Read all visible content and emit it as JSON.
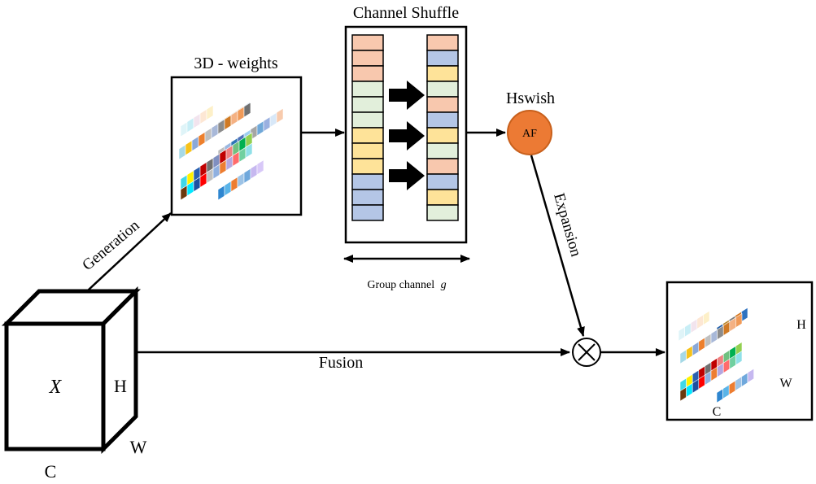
{
  "labels": {
    "weights_title": "3D - weights",
    "shuffle_title": "Channel Shuffle",
    "group_channel": "Group channel",
    "group_channel_var": "g",
    "hswish": "Hswish",
    "af": "AF",
    "generation": "Generation",
    "expansion": "Expansion",
    "fusion": "Fusion",
    "x": "X",
    "h": "H",
    "w": "W",
    "c": "C",
    "out_h": "H",
    "out_w": "W",
    "out_c": "C"
  },
  "colors": {
    "peach": "#f8c8ae",
    "mint": "#e2efdb",
    "yellow": "#fee399",
    "blue": "#b4c6e6",
    "af_fill": "#ec7a34",
    "af_stroke": "#c8601c"
  },
  "shuffle_left": [
    "peach",
    "peach",
    "peach",
    "mint",
    "mint",
    "mint",
    "yellow",
    "yellow",
    "yellow",
    "blue",
    "blue",
    "blue"
  ],
  "shuffle_right": [
    "peach",
    "blue",
    "yellow",
    "mint",
    "peach",
    "blue",
    "yellow",
    "mint",
    "peach",
    "blue",
    "yellow",
    "mint"
  ],
  "weight_rows": [
    [
      "#dff4f8",
      "#c8eef6",
      "#f2e4ee",
      "#fde7d4",
      "#fdf0c8"
    ],
    [
      "#1f5ca8",
      "#b8862e",
      "#7a7a7a",
      "#d4751c",
      "#2e72c0"
    ],
    [
      "#a6d9e6",
      "#f7c21a",
      "#8aa8d8",
      "#ed7f2c",
      "#bfbfbf",
      "#a8b8d8",
      "#8c8c8c",
      "#d07a24",
      "#f4b183",
      "#f09a58",
      "#707070"
    ],
    [
      "#bdbdbd",
      "#9ab7e0",
      "#2e75b6",
      "#4f72b8",
      "#9ecff0",
      "#a5a5a5",
      "#70a8d8",
      "#9ab0e0",
      "#d8e8f8",
      "#f8cbad"
    ],
    [
      "#3fd8e8",
      "#fff100",
      "#2a60b0",
      "#c00000",
      "#707070",
      "#7f8fc0",
      "#c00000",
      "#f08080",
      "#70c080",
      "#00b050",
      "#92d050"
    ],
    [
      "#6b3a10",
      "#00e8ff",
      "#1e4fa0",
      "#ff0000",
      "#c0c0c0",
      "#8fb0e0",
      "#ed7d31",
      "#b4a7e0",
      "#ff6b6b",
      "#70d0a0",
      "#90e0e8"
    ],
    [
      "#2e86d0",
      "#5ab4e8",
      "#ed7d31",
      "#9dc3e6",
      "#6fa8dc",
      "#c6b8f0",
      "#d8c8f8"
    ]
  ],
  "out_rows": [
    [
      "#dff4f8",
      "#c8eef6",
      "#f2e4ee",
      "#fde7d4",
      "#fdf0c8"
    ],
    [
      "#1f5ca8",
      "#b8862e",
      "#7a7a7a",
      "#d4751c",
      "#2e72c0"
    ],
    [
      "#a6d9e6",
      "#f7c21a",
      "#8aa8d8",
      "#ed7f2c",
      "#bfbfbf",
      "#a8b8d8",
      "#8c8c8c",
      "#d07a24",
      "#f4b183",
      "#f09a58"
    ],
    [
      "#3fd8e8",
      "#fff100",
      "#2a60b0",
      "#c00000",
      "#707070",
      "#c00000",
      "#f08080",
      "#70c080",
      "#00b050",
      "#92d050"
    ],
    [
      "#6b3a10",
      "#00e8ff",
      "#1e4fa0",
      "#ff0000",
      "#8fb0e0",
      "#ed7d31",
      "#b4a7e0",
      "#ff6b6b",
      "#70d0a0",
      "#90e0e8"
    ],
    [
      "#2e86d0",
      "#5ab4e8",
      "#ed7d31",
      "#9dc3e6",
      "#6fa8dc",
      "#c6b8f0"
    ]
  ]
}
